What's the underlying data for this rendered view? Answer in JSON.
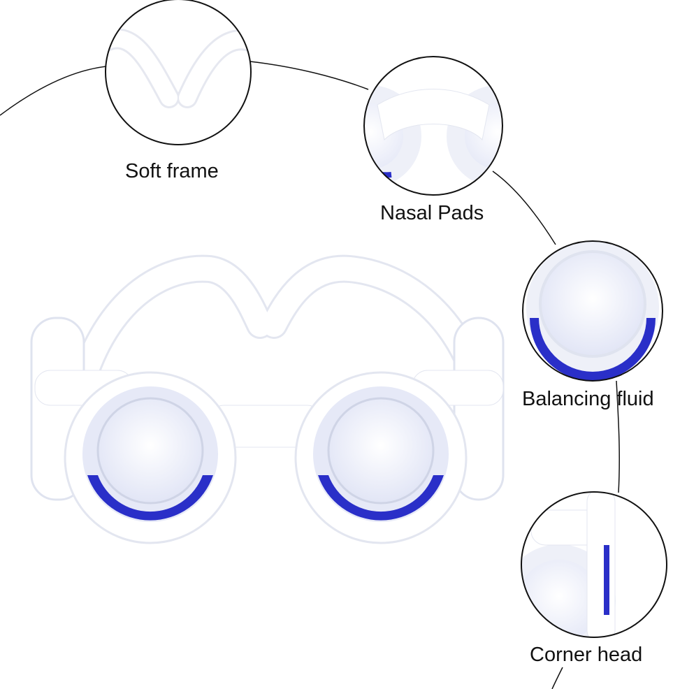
{
  "callouts": [
    {
      "label": "Soft frame"
    },
    {
      "label": "Nasal Pads"
    },
    {
      "label": "Balancing fluid"
    },
    {
      "label": "Corner head"
    }
  ],
  "colors": {
    "fluid": "#2a2fc8",
    "frame": "#ffffff",
    "line": "#111111"
  }
}
